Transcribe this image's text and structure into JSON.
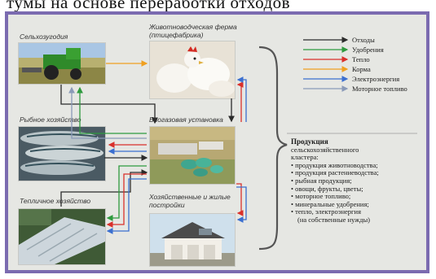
{
  "top_text": "тумы на основе переработки отходов",
  "nodes": {
    "agriculture": "Сельхозугодия",
    "livestock_line1": "Животноводческая ферма",
    "livestock_line2": "(птицефабрика)",
    "fishery": "Рыбное хозяйство",
    "biogas": "Биогазовая установка",
    "greenhouse": "Тепличное хозяйство",
    "buildings_line1": "Хозяйственные и жилые",
    "buildings_line2": "постройки"
  },
  "legend": [
    {
      "label": "Отходы",
      "color": "#2b2b2b"
    },
    {
      "label": "Удобрения",
      "color": "#2e9a3e"
    },
    {
      "label": "Тепло",
      "color": "#d9302b"
    },
    {
      "label": "Корма",
      "color": "#f0a020"
    },
    {
      "label": "Электроэнергия",
      "color": "#3b6fd0"
    },
    {
      "label": "Моторное топливо",
      "color": "#8a9ab8"
    }
  ],
  "products": {
    "title": "Продукция",
    "subtitle_line1": "сельскохозяйственного",
    "subtitle_line2": "кластера:",
    "items": [
      "продукция животноводства;",
      "продукция растениеводства;",
      "рыбная продукция;",
      "овощи, фрукты, цветы;",
      "моторное топливо;",
      "минеральные удобрения;",
      "тепло, электроэнергия"
    ],
    "note": "(на собственные нужды)"
  }
}
